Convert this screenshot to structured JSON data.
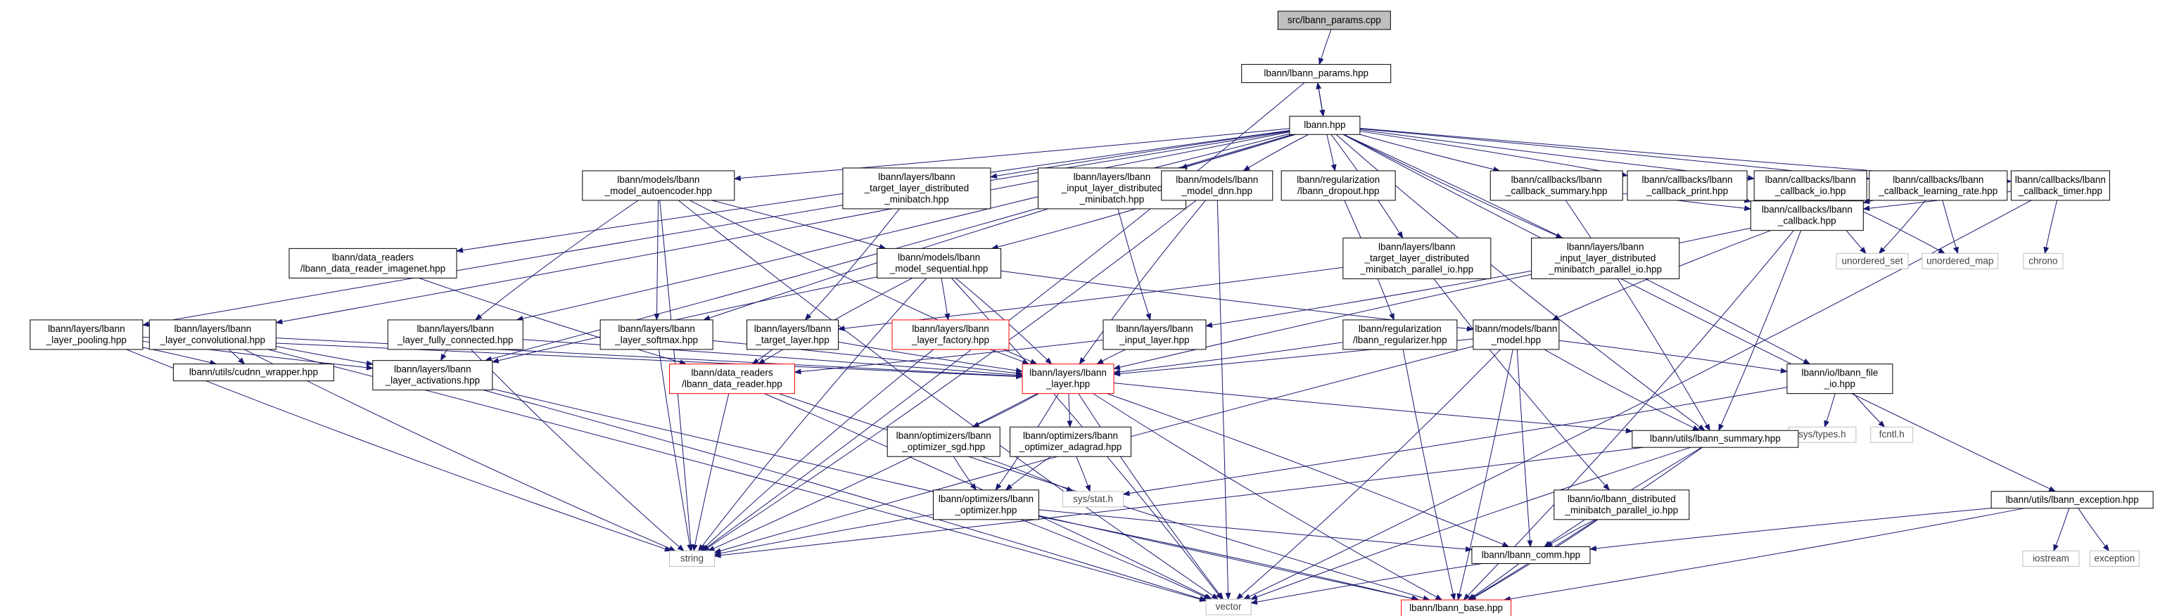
{
  "title": "src/lbann_params.cpp",
  "colors": {
    "edge": "#191970",
    "edge_secondary": "#7f7f7f",
    "root_fill": "#bfbfbf",
    "node_border": "#000000",
    "truncated_border": "#ff0000",
    "system_border": "#bfbfbf"
  },
  "nodes": [
    {
      "id": "root",
      "lines": [
        "src/lbann_params.cpp"
      ],
      "style": "root"
    },
    {
      "id": "params_hpp",
      "lines": [
        "lbann/lbann_params.hpp"
      ],
      "style": "normal"
    },
    {
      "id": "lbann_hpp",
      "lines": [
        "lbann.hpp"
      ],
      "style": "normal"
    },
    {
      "id": "pooling",
      "lines": [
        "lbann/layers/lbann",
        "_layer_pooling.hpp"
      ],
      "style": "normal"
    },
    {
      "id": "conv",
      "lines": [
        "lbann/layers/lbann",
        "_layer_convolutional.hpp"
      ],
      "style": "normal"
    },
    {
      "id": "imagenet",
      "lines": [
        "lbann/data_readers",
        "/lbann_data_reader_imagenet.hpp"
      ],
      "style": "normal"
    },
    {
      "id": "autoenc",
      "lines": [
        "lbann/models/lbann",
        "_model_autoencoder.hpp"
      ],
      "style": "normal"
    },
    {
      "id": "ttl_dm",
      "lines": [
        "lbann/layers/lbann",
        "_target_layer_distributed",
        "_minibatch.hpp"
      ],
      "style": "normal"
    },
    {
      "id": "itl_dm",
      "lines": [
        "lbann/layers/lbann",
        "_input_layer_distributed",
        "_minibatch.hpp"
      ],
      "style": "normal"
    },
    {
      "id": "dnn",
      "lines": [
        "lbann/models/lbann",
        "_model_dnn.hpp"
      ],
      "style": "normal"
    },
    {
      "id": "dropout",
      "lines": [
        "lbann/regularization",
        "/lbann_dropout.hpp"
      ],
      "style": "normal"
    },
    {
      "id": "cb_summary",
      "lines": [
        "lbann/callbacks/lbann",
        "_callback_summary.hpp"
      ],
      "style": "normal"
    },
    {
      "id": "cb_print",
      "lines": [
        "lbann/callbacks/lbann",
        "_callback_print.hpp"
      ],
      "style": "normal"
    },
    {
      "id": "cb_io",
      "lines": [
        "lbann/callbacks/lbann",
        "_callback_io.hpp"
      ],
      "style": "normal"
    },
    {
      "id": "cb_lr",
      "lines": [
        "lbann/callbacks/lbann",
        "_callback_learning_rate.hpp"
      ],
      "style": "normal"
    },
    {
      "id": "cb_timer",
      "lines": [
        "lbann/callbacks/lbann",
        "_callback_timer.hpp"
      ],
      "style": "normal"
    },
    {
      "id": "sequential",
      "lines": [
        "lbann/models/lbann",
        "_model_sequential.hpp"
      ],
      "style": "normal"
    },
    {
      "id": "ttl_dmpio",
      "lines": [
        "lbann/layers/lbann",
        "_target_layer_distributed",
        "_minibatch_parallel_io.hpp"
      ],
      "style": "normal"
    },
    {
      "id": "itl_dmpio",
      "lines": [
        "lbann/layers/lbann",
        "_input_layer_distributed",
        "_minibatch_parallel_io.hpp"
      ],
      "style": "normal"
    },
    {
      "id": "callback",
      "lines": [
        "lbann/callbacks/lbann",
        "_callback.hpp"
      ],
      "style": "normal"
    },
    {
      "id": "unordered_set",
      "lines": [
        "unordered_set"
      ],
      "style": "system"
    },
    {
      "id": "unordered_map",
      "lines": [
        "unordered_map"
      ],
      "style": "system"
    },
    {
      "id": "chrono",
      "lines": [
        "chrono"
      ],
      "style": "system"
    },
    {
      "id": "fully",
      "lines": [
        "lbann/layers/lbann",
        "_layer_fully_connected.hpp"
      ],
      "style": "normal"
    },
    {
      "id": "softmax",
      "lines": [
        "lbann/layers/lbann",
        "_layer_softmax.hpp"
      ],
      "style": "normal"
    },
    {
      "id": "target_layer",
      "lines": [
        "lbann/layers/lbann",
        "_target_layer.hpp"
      ],
      "style": "normal"
    },
    {
      "id": "factory",
      "lines": [
        "lbann/layers/lbann",
        "_layer_factory.hpp"
      ],
      "style": "truncated"
    },
    {
      "id": "input_layer",
      "lines": [
        "lbann/layers/lbann",
        "_input_layer.hpp"
      ],
      "style": "normal"
    },
    {
      "id": "regularizer",
      "lines": [
        "lbann/regularization",
        "/lbann_regularizer.hpp"
      ],
      "style": "normal"
    },
    {
      "id": "model",
      "lines": [
        "lbann/models/lbann",
        "_model.hpp"
      ],
      "style": "normal"
    },
    {
      "id": "cudnn",
      "lines": [
        "lbann/utils/cudnn_wrapper.hpp"
      ],
      "style": "normal"
    },
    {
      "id": "activations",
      "lines": [
        "lbann/layers/lbann",
        "_layer_activations.hpp"
      ],
      "style": "normal"
    },
    {
      "id": "data_reader",
      "lines": [
        "lbann/data_readers",
        "/lbann_data_reader.hpp"
      ],
      "style": "truncated"
    },
    {
      "id": "layer",
      "lines": [
        "lbann/layers/lbann",
        "_layer.hpp"
      ],
      "style": "truncated"
    },
    {
      "id": "file_io",
      "lines": [
        "lbann/io/lbann_file",
        "_io.hpp"
      ],
      "style": "normal"
    },
    {
      "id": "sys_types",
      "lines": [
        "sys/types.h"
      ],
      "style": "system"
    },
    {
      "id": "fcntl",
      "lines": [
        "fcntl.h"
      ],
      "style": "system"
    },
    {
      "id": "opt_sgd",
      "lines": [
        "lbann/optimizers/lbann",
        "_optimizer_sgd.hpp"
      ],
      "style": "normal"
    },
    {
      "id": "opt_adagrad",
      "lines": [
        "lbann/optimizers/lbann",
        "_optimizer_adagrad.hpp"
      ],
      "style": "normal"
    },
    {
      "id": "summary",
      "lines": [
        "lbann/utils/lbann_summary.hpp"
      ],
      "style": "normal"
    },
    {
      "id": "sys_stat",
      "lines": [
        "sys/stat.h"
      ],
      "style": "system"
    },
    {
      "id": "optimizer",
      "lines": [
        "lbann/optimizers/lbann",
        "_optimizer.hpp"
      ],
      "style": "normal"
    },
    {
      "id": "dist_pio",
      "lines": [
        "lbann/io/lbann_distributed",
        "_minibatch_parallel_io.hpp"
      ],
      "style": "normal"
    },
    {
      "id": "exception",
      "lines": [
        "lbann/utils/lbann_exception.hpp"
      ],
      "style": "normal"
    },
    {
      "id": "string",
      "lines": [
        "string"
      ],
      "style": "system"
    },
    {
      "id": "comm",
      "lines": [
        "lbann/lbann_comm.hpp"
      ],
      "style": "normal"
    },
    {
      "id": "iostream",
      "lines": [
        "iostream"
      ],
      "style": "system"
    },
    {
      "id": "exception_sys",
      "lines": [
        "exception"
      ],
      "style": "system"
    },
    {
      "id": "vector",
      "lines": [
        "vector"
      ],
      "style": "system"
    },
    {
      "id": "base",
      "lines": [
        "lbann/lbann_base.hpp"
      ],
      "style": "truncated"
    }
  ],
  "edges": [
    [
      "root",
      "params_hpp"
    ],
    [
      "params_hpp",
      "lbann_hpp"
    ],
    [
      "lbann_hpp",
      "params_hpp"
    ],
    [
      "params_hpp",
      "string"
    ],
    [
      "lbann_hpp",
      "pooling"
    ],
    [
      "lbann_hpp",
      "conv"
    ],
    [
      "lbann_hpp",
      "imagenet"
    ],
    [
      "lbann_hpp",
      "autoenc"
    ],
    [
      "lbann_hpp",
      "ttl_dm"
    ],
    [
      "lbann_hpp",
      "itl_dm"
    ],
    [
      "lbann_hpp",
      "dnn"
    ],
    [
      "lbann_hpp",
      "dropout"
    ],
    [
      "lbann_hpp",
      "cb_summary"
    ],
    [
      "lbann_hpp",
      "cb_print"
    ],
    [
      "lbann_hpp",
      "cb_io"
    ],
    [
      "lbann_hpp",
      "cb_lr"
    ],
    [
      "lbann_hpp",
      "cb_timer"
    ],
    [
      "lbann_hpp",
      "ttl_dmpio"
    ],
    [
      "lbann_hpp",
      "itl_dmpio"
    ],
    [
      "lbann_hpp",
      "fully"
    ],
    [
      "lbann_hpp",
      "softmax"
    ],
    [
      "lbann_hpp",
      "activations"
    ],
    [
      "lbann_hpp",
      "summary"
    ],
    [
      "lbann_hpp",
      "file_io"
    ],
    [
      "lbann_hpp",
      "exception"
    ],
    [
      "autoenc",
      "sequential"
    ],
    [
      "autoenc",
      "fully"
    ],
    [
      "autoenc",
      "softmax"
    ],
    [
      "autoenc",
      "layer"
    ],
    [
      "autoenc",
      "string"
    ],
    [
      "autoenc",
      "vector"
    ],
    [
      "ttl_dm",
      "target_layer"
    ],
    [
      "itl_dm",
      "input_layer"
    ],
    [
      "dnn",
      "sequential"
    ],
    [
      "dnn",
      "layer"
    ],
    [
      "dnn",
      "string"
    ],
    [
      "dnn",
      "vector"
    ],
    [
      "dropout",
      "regularizer"
    ],
    [
      "cb_summary",
      "callback"
    ],
    [
      "cb_summary",
      "summary"
    ],
    [
      "cb_print",
      "callback"
    ],
    [
      "cb_io",
      "callback"
    ],
    [
      "cb_io",
      "unordered_set"
    ],
    [
      "cb_io",
      "unordered_map"
    ],
    [
      "cb_lr",
      "callback"
    ],
    [
      "cb_lr",
      "unordered_set"
    ],
    [
      "cb_lr",
      "unordered_map"
    ],
    [
      "cb_timer",
      "callback"
    ],
    [
      "cb_timer",
      "chrono"
    ],
    [
      "cb_timer",
      "vector"
    ],
    [
      "sequential",
      "model"
    ],
    [
      "sequential",
      "factory"
    ],
    [
      "sequential",
      "data_reader"
    ],
    [
      "sequential",
      "layer"
    ],
    [
      "sequential",
      "string"
    ],
    [
      "sequential",
      "vector"
    ],
    [
      "sequential",
      "activations"
    ],
    [
      "ttl_dmpio",
      "target_layer"
    ],
    [
      "ttl_dmpio",
      "dist_pio"
    ],
    [
      "itl_dmpio",
      "input_layer"
    ],
    [
      "callback",
      "model"
    ],
    [
      "callback",
      "summary"
    ],
    [
      "callback",
      "layer"
    ],
    [
      "callback",
      "base"
    ],
    [
      "imagenet",
      "data_reader"
    ],
    [
      "pooling",
      "cudnn"
    ],
    [
      "pooling",
      "activations"
    ],
    [
      "pooling",
      "layer"
    ],
    [
      "pooling",
      "string"
    ],
    [
      "conv",
      "cudnn"
    ],
    [
      "conv",
      "activations"
    ],
    [
      "conv",
      "layer"
    ],
    [
      "conv",
      "string"
    ],
    [
      "conv",
      "vector"
    ],
    [
      "fully",
      "activations"
    ],
    [
      "fully",
      "layer"
    ],
    [
      "fully",
      "string"
    ],
    [
      "softmax",
      "layer"
    ],
    [
      "softmax",
      "string"
    ],
    [
      "target_layer",
      "data_reader"
    ],
    [
      "target_layer",
      "layer"
    ],
    [
      "factory",
      "layer"
    ],
    [
      "factory",
      "string"
    ],
    [
      "input_layer",
      "data_reader"
    ],
    [
      "input_layer",
      "layer"
    ],
    [
      "regularizer",
      "layer"
    ],
    [
      "regularizer",
      "base"
    ],
    [
      "model",
      "layer"
    ],
    [
      "model",
      "summary"
    ],
    [
      "model",
      "file_io"
    ],
    [
      "model",
      "comm"
    ],
    [
      "model",
      "base"
    ],
    [
      "model",
      "string"
    ],
    [
      "model",
      "vector"
    ],
    [
      "activations",
      "base"
    ],
    [
      "activations",
      "vector"
    ],
    [
      "data_reader",
      "string"
    ],
    [
      "data_reader",
      "vector"
    ],
    [
      "data_reader",
      "base"
    ],
    [
      "layer",
      "opt_sgd"
    ],
    [
      "layer",
      "opt_adagrad"
    ],
    [
      "layer",
      "optimizer"
    ],
    [
      "layer",
      "summary"
    ],
    [
      "layer",
      "comm"
    ],
    [
      "layer",
      "base"
    ],
    [
      "layer",
      "string"
    ],
    [
      "layer",
      "vector"
    ],
    [
      "file_io",
      "sys_types"
    ],
    [
      "file_io",
      "fcntl"
    ],
    [
      "file_io",
      "sys_stat"
    ],
    [
      "opt_sgd",
      "optimizer"
    ],
    [
      "opt_sgd",
      "sys_stat"
    ],
    [
      "opt_adagrad",
      "optimizer"
    ],
    [
      "opt_adagrad",
      "sys_stat"
    ],
    [
      "optimizer",
      "comm"
    ],
    [
      "optimizer",
      "base"
    ],
    [
      "optimizer",
      "string"
    ],
    [
      "optimizer",
      "vector"
    ],
    [
      "summary",
      "comm"
    ],
    [
      "summary",
      "string"
    ],
    [
      "summary",
      "vector"
    ],
    [
      "summary",
      "base"
    ],
    [
      "dist_pio",
      "comm"
    ],
    [
      "dist_pio",
      "base"
    ],
    [
      "exception",
      "comm"
    ],
    [
      "exception",
      "iostream"
    ],
    [
      "exception",
      "exception_sys"
    ],
    [
      "exception",
      "base"
    ],
    [
      "comm",
      "vector"
    ],
    [
      "comm",
      "base"
    ]
  ]
}
